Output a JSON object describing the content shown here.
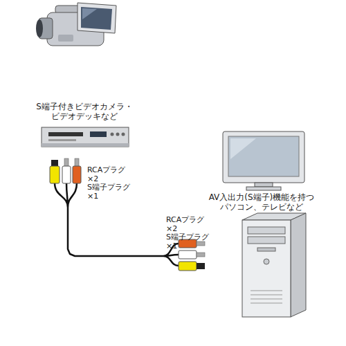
{
  "diagram": {
    "nodes": [
      {
        "text": [
          "S端子付きビデオカメラ・ビデオデッキなど"
        ]
      },
      {
        "text": [
          "RCAプラグ×2 S端子プラグ×1"
        ]
      },
      {
        "text": [
          "RCAプラグ×2 S端子プラグ×1"
        ]
      },
      {
        "text": [
          "AV入出力(S端子)機能を持つパソコン、テレビなど"
        ]
      }
    ],
    "edges": [
      {
        "from": 1,
        "to": 2,
        "arrow": "none"
      }
    ]
  }
}
